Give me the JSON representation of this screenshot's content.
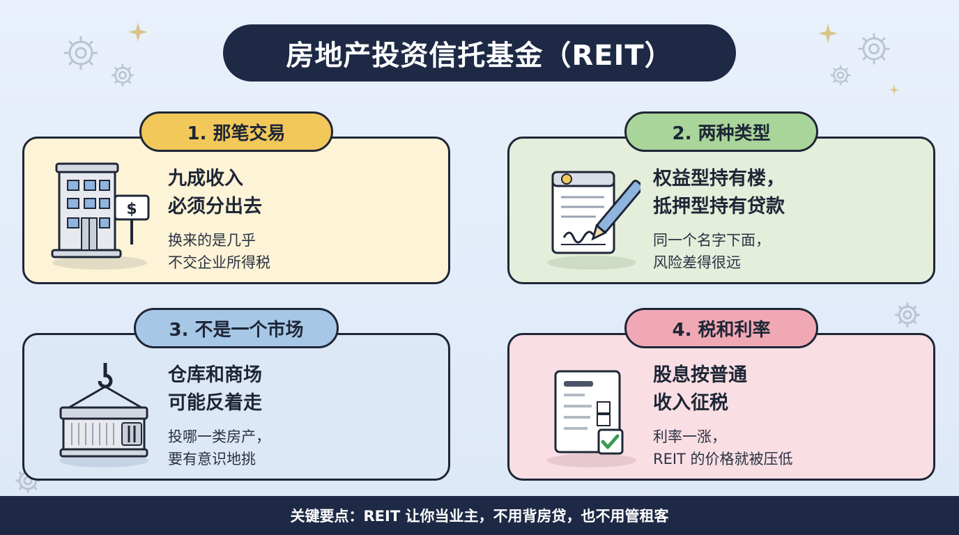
{
  "title": "房地产投资信托基金（REIT）",
  "cards": [
    {
      "tab": "1. 那笔交易",
      "heading": [
        "九成收入",
        "必须分出去"
      ],
      "body": [
        "换来的是几乎",
        "不交企业所得税"
      ],
      "icon": "office-building-for-sale-icon",
      "card_color": "#fdf3d6",
      "tab_color": "#f2c85b"
    },
    {
      "tab": "2. 两种类型",
      "heading": [
        "权益型持有楼，",
        "抵押型持有贷款"
      ],
      "body": [
        "同一个名字下面，",
        "风险差得很远"
      ],
      "icon": "contract-signing-icon",
      "card_color": "#e4eedb",
      "tab_color": "#a9d59a"
    },
    {
      "tab": "3. 不是一个市场",
      "heading": [
        "仓库和商场",
        "可能反着走"
      ],
      "body": [
        "投哪一类房产，",
        "要有意识地挑"
      ],
      "icon": "shipping-container-crane-icon",
      "card_color": "#dde8f6",
      "tab_color": "#a7c7e7"
    },
    {
      "tab": "4. 税和利率",
      "heading": [
        "股息按普通",
        "收入征税"
      ],
      "body": [
        "利率一涨，",
        "REIT 的价格就被压低"
      ],
      "icon": "tax-document-checklist-icon",
      "card_color": "#f9dfe4",
      "tab_color": "#f0a9b4"
    }
  ],
  "footer": "关键要点：REIT 让你当业主，不用背房贷，也不用管租客"
}
